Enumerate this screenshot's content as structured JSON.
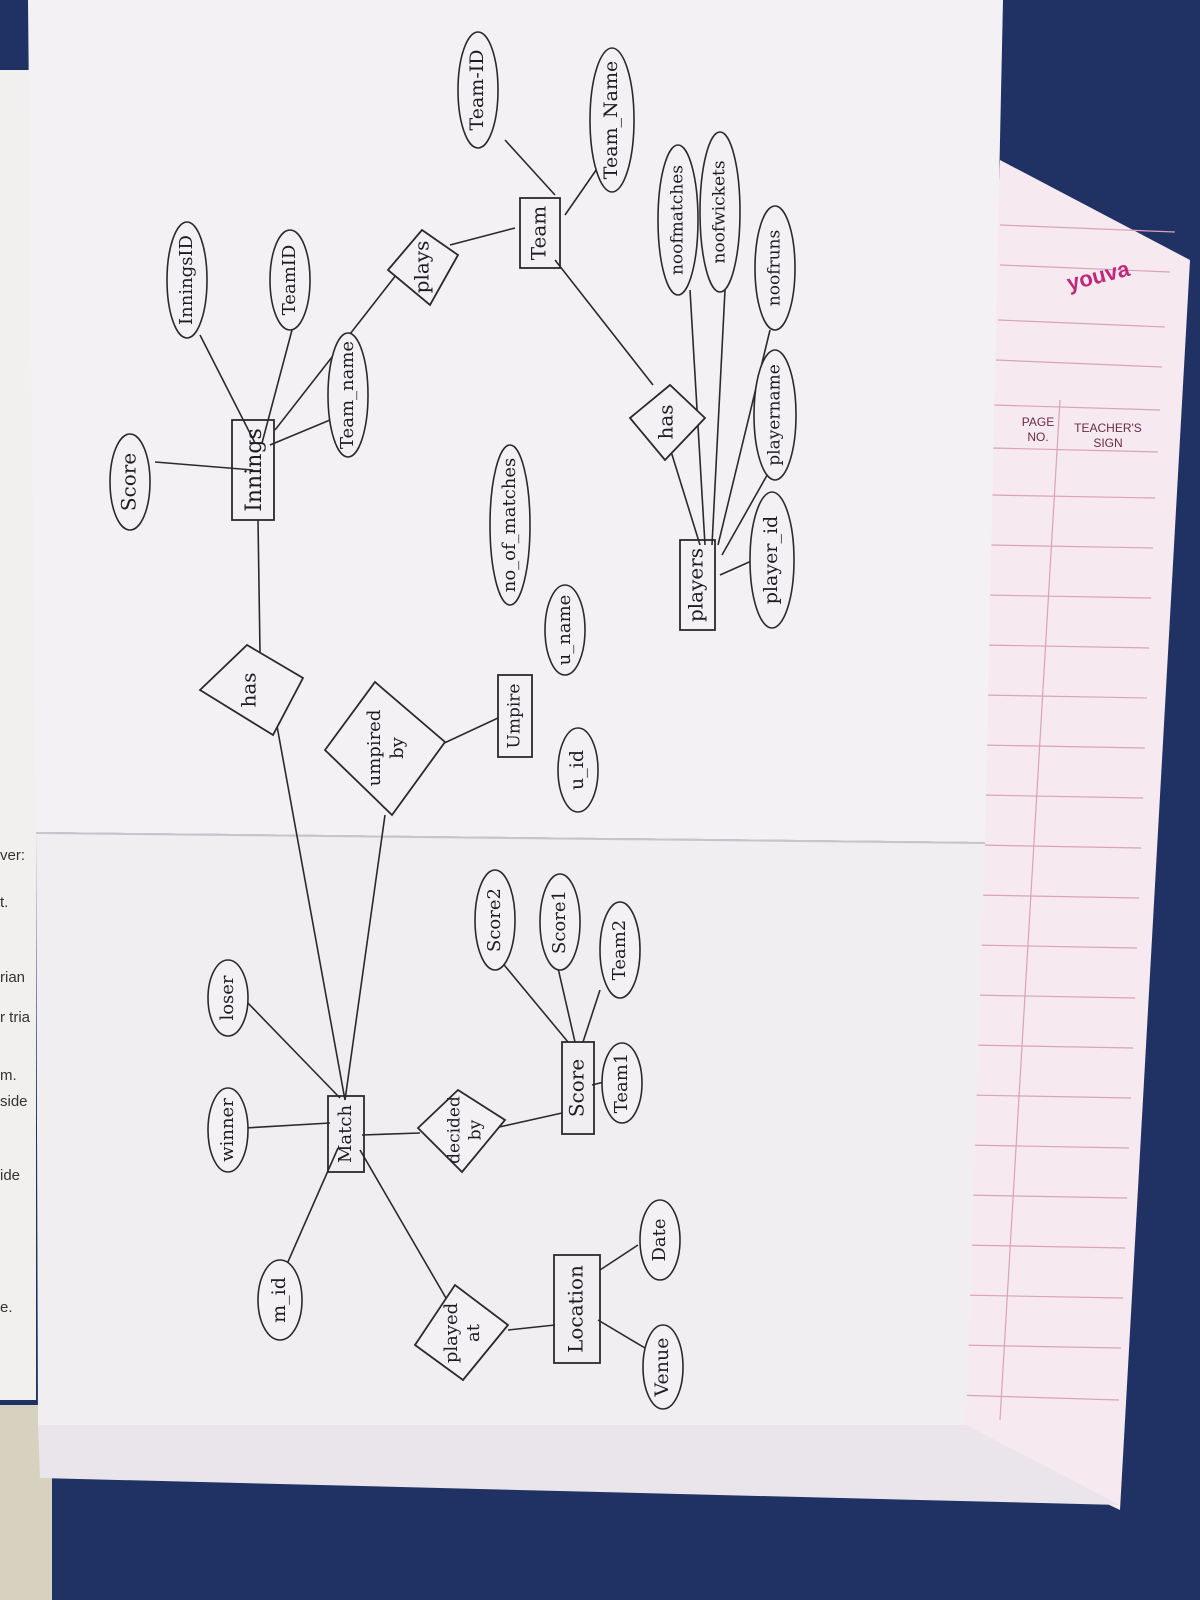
{
  "entities": {
    "innings": "Innings",
    "team": "Team",
    "players": "players",
    "umpire": "Umpire",
    "match": "Match",
    "score": "Score",
    "location": "Location"
  },
  "relationships": {
    "has_innings": "has",
    "plays": "plays",
    "has_players": "has",
    "umpired_by": [
      "umpired",
      "by"
    ],
    "decided_by": [
      "decided",
      "by"
    ],
    "played_at": [
      "played",
      "at"
    ]
  },
  "attributes": {
    "innings": {
      "score": "Score",
      "innings_id": "InningsID",
      "team_id": "TeamID",
      "team_name": "Team_name"
    },
    "team": {
      "team_id": "Team-ID",
      "team_name": "Team_Name"
    },
    "players": {
      "noofmatches": "noofmatches",
      "noofwickets": "noofwickets",
      "noofruns": "noofruns",
      "playername": "playername",
      "player_id": "player_id"
    },
    "umpire": {
      "no_of_matches": "no_of_matches",
      "u_name": "u_name",
      "u_id": "u_id"
    },
    "match": {
      "winner": "winner",
      "loser": "loser",
      "m_id": "m_id"
    },
    "score": {
      "score2": "Score2",
      "score1": "Score1",
      "team2": "Team2",
      "team1": "Team1"
    },
    "location": {
      "date": "Date",
      "venue": "Venue"
    }
  },
  "notebook": {
    "brand": "youva",
    "page_no_label": [
      "PAGE",
      "NO."
    ],
    "teacher_sign_label": [
      "TEACHER'S",
      "SIGN"
    ]
  },
  "left_page_fragments": [
    "ver:",
    "t.",
    "rian",
    "r tria",
    "m.",
    "side",
    "ide",
    "e."
  ],
  "colors": {
    "background": "#203264",
    "paper": "#f4f1f4",
    "notebook_paper": "#f6e9ef",
    "notebook_lines": "#d9a3bb",
    "brand": "#c2267a",
    "ink": "#1c1c22"
  }
}
